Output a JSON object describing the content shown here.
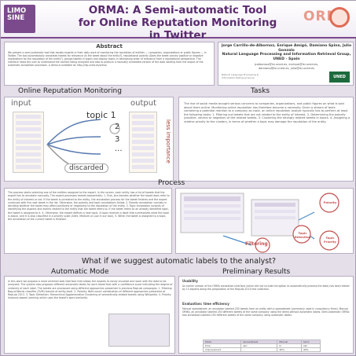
{
  "header": {
    "title_line1": "ORMA: A Semi-automatic Tool",
    "title_line2": "for Online Reputation Monitoring in Twitter",
    "logo_left_line1": "LIMO",
    "logo_left_line2": "SINE",
    "logo_right": "ORM"
  },
  "abstract": {
    "title": "Abstract",
    "text": "We present a semi-automatic tool that assists experts in their daily work of monitoring the reputation of entities — companies, organizations or public figures — in Twitter. The tool automatically annotates tweets for relevance (Is the tweet about the entity?), reputational polarity (Does the tweet convey positive or negative implications for the reputation of the entity?), groups tweets in topics and display topics in decreasing order of relevance from a reputational perspective. The interface helps the user to understand the content being analyzed and also to produce a manually annotated version of the data starting from the output of the automatic annotation processes. A demo is available at: http://nlp.uned.es/orma/"
  },
  "authors": {
    "names": "Jorge Carrillo-de-Albornoz, Enrique Amigó, Damiano Spina, Julio Gonzalo",
    "affiliation": "Natural Language Processing and Information Retrieval Group, UNED - Spain",
    "email1": "jcalbornoz@lsi.uned.es, enrique@lsi.uned.es,",
    "email2": "damiano@lsi.uned.es, julio@lsi.uned.es",
    "uned": "UNED",
    "nlp_logo": "Natural Language Processing & Information Retrieval Group"
  },
  "orm": {
    "title": "Online Reputation Monitoring",
    "input_label": "input",
    "output_label": "output",
    "topic_label": "topic 1",
    "n2": "2",
    "n3": "3",
    "dots": "...",
    "vertical": "less importance",
    "discarded": "discarded"
  },
  "tasks": {
    "title": "Tasks",
    "text": "The rise of social media brought serious concerns to companies, organizations, and public figures on what is said about them online. Monitoring online reputation has therefore become a necessity. Given a stream of texts containing a potential mention to a company as input, an online reputation analyst typically has to perform at least the following tasks: 1. Filtering out tweets that are not related to the entity of interest. 2. Determining the polarity (positive, neutral or negative) of the related tweets. 3. Clustering the strongly related tweets in topics. 4. Assigning a relative priority to the clusters, in terms of whether a topic may damage the reputation of the entity."
  },
  "process": {
    "title": "Process",
    "text": "The process starts selecting one of the entities assigned to the expert. In the screen, each entity has a list of tweets that the expert has to annotate manually. The expert processes tweets sequentially: 1. First, she decides whether the tweet does refer to the entity of interest or not. If the tweet is unrelated to the entity, the annotation process for the tweet finishes and the expert continues with the next tweet in the list. Otherwise, the polarity and topic annotations follow. 2. Polarity annotation consists in deciding whether the tweet may affect positively or negatively to the reputation of the entity. 3. Topic annotation consists of identifying the aspects and events related to the entity that the tweet refers to. If the tweet refers to an already identified topic, the tweet is assigned to it. 4. Otherwise, the expert defines a new topic. A topic receives a label that summarizes what the topic is about, and it is also classified in a priority scale (Alert, Medium or Low in our tool). 5. When the tweet is assigned to a topic, the annotation of the current tweet is finished.",
    "fig_filtering": "Filtering",
    "fig_topic": "Topic Detection",
    "fig_priority": "Topic Priority",
    "fig_polarity": "Polarity"
  },
  "question": "What if we suggest automatic labels to the analyst?",
  "auto_mode": {
    "title": "Automatic Mode",
    "text": "In this work we propose a more oriented web interface that allows the experts to easily visualize and work with the data to be analyzed. The system also proposes different automatic labels for each tweet that with a confidence score indicating the degree of certainty of each label. The tweets are processed using different approaches presented in previous RepLab campaigns: 1. Filtering: Bag-of-Words classifier (SVM) trained at entity-level. 2. Polarity: Both-count combination of different approaches presented at RepLab 2013. 3. Topic Detection: Hierarchical Agglomerative Clustering of semantically-related tweets using Wikipedia. 4. Priority: Instance-based Learning which uses the tweet's word similarity."
  },
  "prelim": {
    "title": "Preliminary Results",
    "usability_head": "Usability",
    "usability_text": "An earlier version of the ORMA annotation interface (which did not include the option to automatically process the data) has been tested by 13 experts along the preparation of the RepLab 2013 test collection.",
    "eval_head": "Evaluation: time efficiency",
    "eval_text": "Manual spreadsheet: an annotator labeled 250 tweets from an entity with a spreadsheet (commonly used in consultancy firms). Manual ORMA: an annotator labeled 250 different tweets of the same company using the demo without automatic labels. Semi-automatic ORMA: two annotators labeled 250 different tweets of the same company using automatic labels."
  },
  "results_table": [
    [
      "Mode",
      "Spreadsheet",
      "Manual",
      "Semi"
    ],
    [
      "time",
      "abc",
      "hr",
      "abc"
    ],
    [
      "improvement",
      "-",
      "40%",
      "40%"
    ]
  ]
}
